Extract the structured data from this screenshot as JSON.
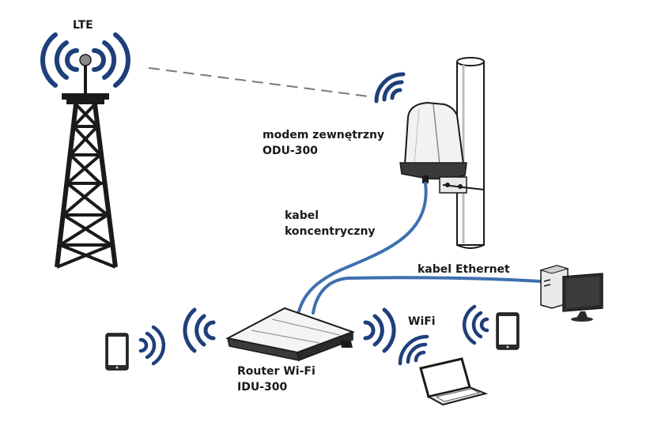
{
  "labels": {
    "lte": "LTE",
    "modem_line1": "modem zewnętrzny",
    "modem_line2": "ODU-300",
    "coax_line1": "kabel",
    "coax_line2": "koncentryczny",
    "ethernet": "kabel Ethernet",
    "wifi": "WiFi",
    "router_line1": "Router Wi-Fi",
    "router_line2": "IDU-300"
  },
  "colors": {
    "signal_waves": "#1f3f7a",
    "cable": "#3e6fb0",
    "device_body": "#2b2b2b",
    "outline": "#1a1a1a"
  },
  "icons": [
    "lte-tower-icon",
    "signal-waves-icon",
    "outdoor-modem-icon",
    "router-icon",
    "tablet-icon",
    "laptop-icon",
    "desktop-computer-icon"
  ]
}
